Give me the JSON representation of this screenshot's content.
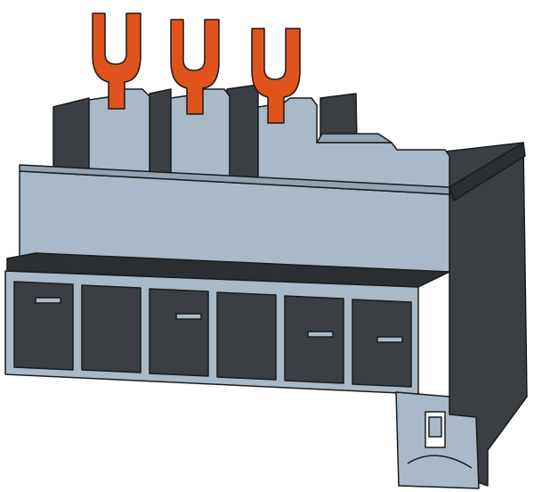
{
  "render": {
    "subject": "terminal-block-with-fork-connectors",
    "colors": {
      "housing_light": "#a9b9c7",
      "housing_light_shade": "#93a3b1",
      "housing_dark": "#3b3f43",
      "housing_darker": "#2c2f32",
      "fork_orange": "#e0531c",
      "fork_orange_shade": "#b8410f",
      "outline": "#1a1a1a",
      "background": "#ffffff"
    },
    "fork_count": 3,
    "front_slot_count": 6
  }
}
